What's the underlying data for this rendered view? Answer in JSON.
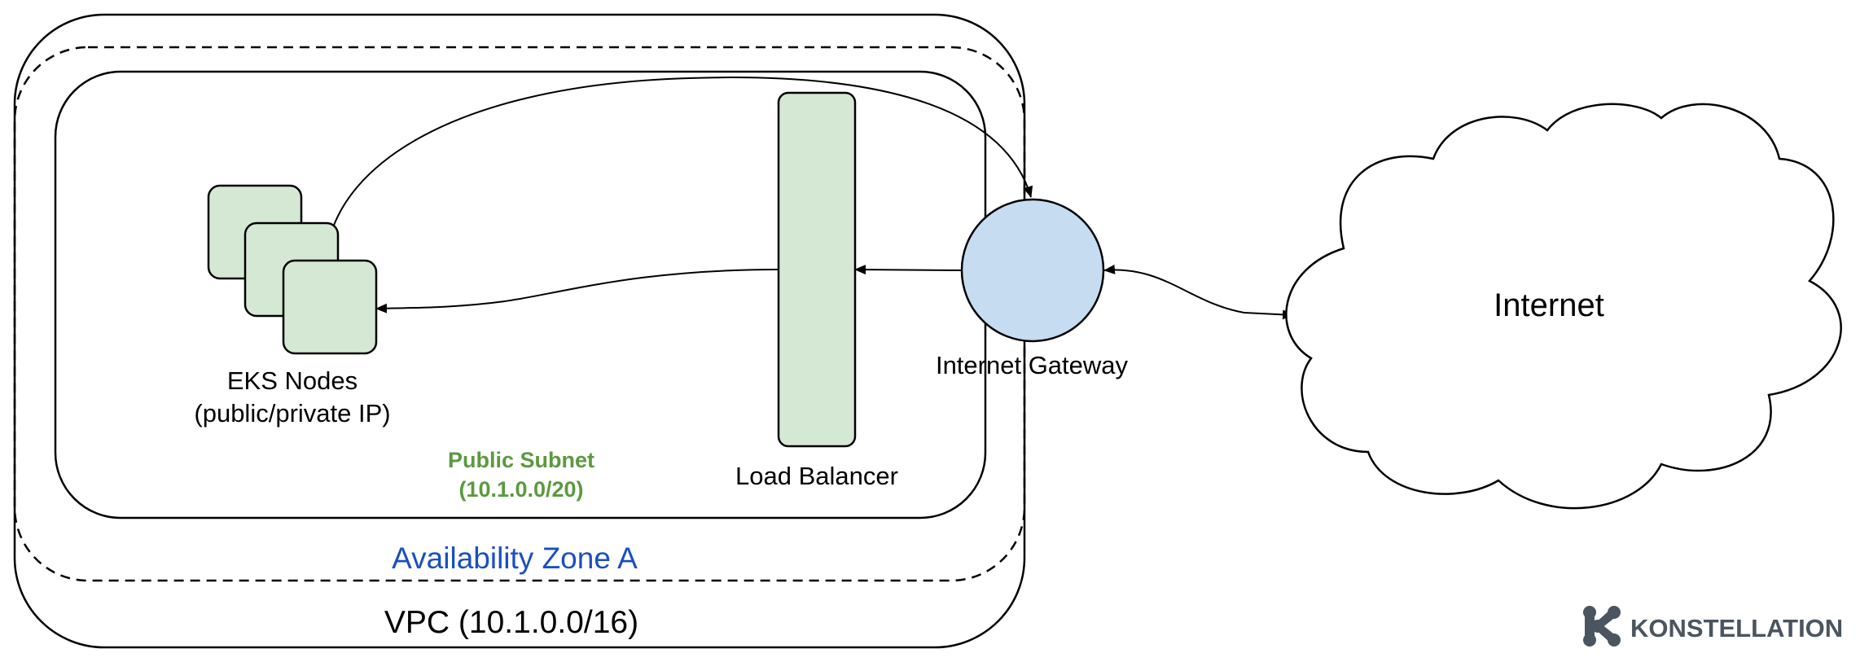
{
  "diagram": {
    "vpc_label": "VPC (10.1.0.0/16)",
    "az_label": "Availability Zone A",
    "subnet_name": "Public Subnet",
    "subnet_cidr": "(10.1.0.0/20)",
    "eks_line1": "EKS Nodes",
    "eks_line2": "(public/private IP)",
    "lb_label": "Load Balancer",
    "igw_label": "Internet Gateway",
    "internet_label": "Internet",
    "brand": "KONSTELLATION"
  },
  "colors": {
    "node_fill": "#d5e8d4",
    "gateway_fill": "#c6dcf0",
    "subnet_text": "#5b9a3e",
    "az_text": "#1a4fc2",
    "brand_text": "#4a5560",
    "stroke": "#000000"
  }
}
